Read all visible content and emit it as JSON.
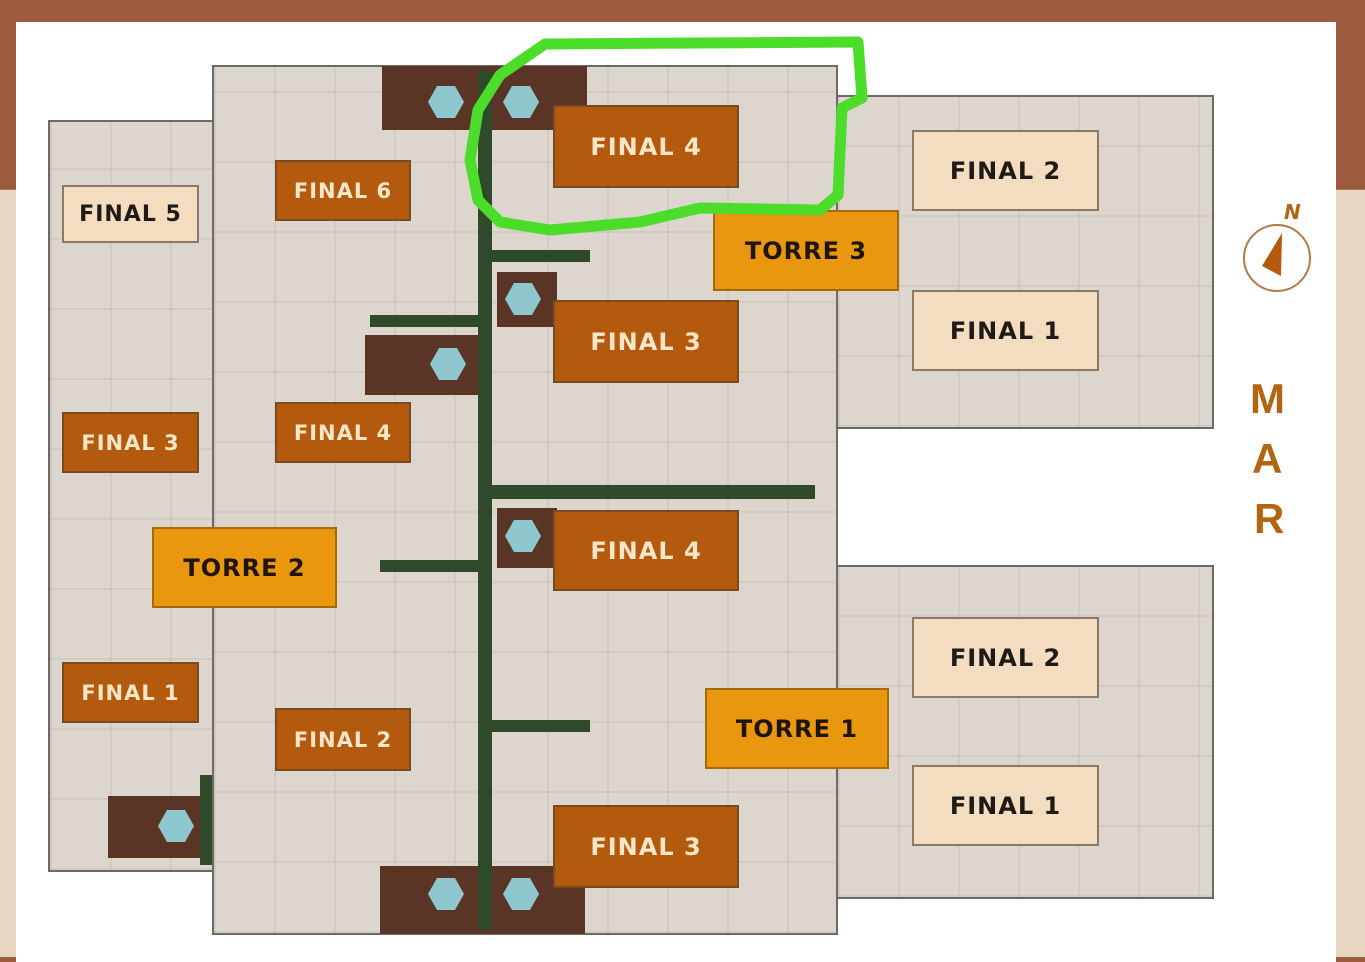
{
  "labels": {
    "final5": "FINAL 5",
    "final6": "FINAL 6",
    "final4_top": "FINAL 4",
    "final2_right_top": "FINAL 2",
    "torre3": "TORRE 3",
    "final1_right_top": "FINAL 1",
    "final3_center": "FINAL 3",
    "final3_left": "FINAL 3",
    "final4_left": "FINAL 4",
    "torre2": "TORRE 2",
    "final4_center": "FINAL 4",
    "final2_right_bottom": "FINAL 2",
    "final1_left": "FINAL 1",
    "final2_left": "FINAL 2",
    "torre1": "TORRE 1",
    "final1_right_bottom": "FINAL 1",
    "final3_bottom": "FINAL 3"
  },
  "compass": {
    "letter": "N"
  },
  "sea": {
    "m": "M",
    "a": "A",
    "r": "R"
  },
  "colors": {
    "highlight": "#4cdc2a",
    "unit_dark": "#b35a0e",
    "tower": "#e8970e",
    "unit_light": "#f3dcc0"
  }
}
